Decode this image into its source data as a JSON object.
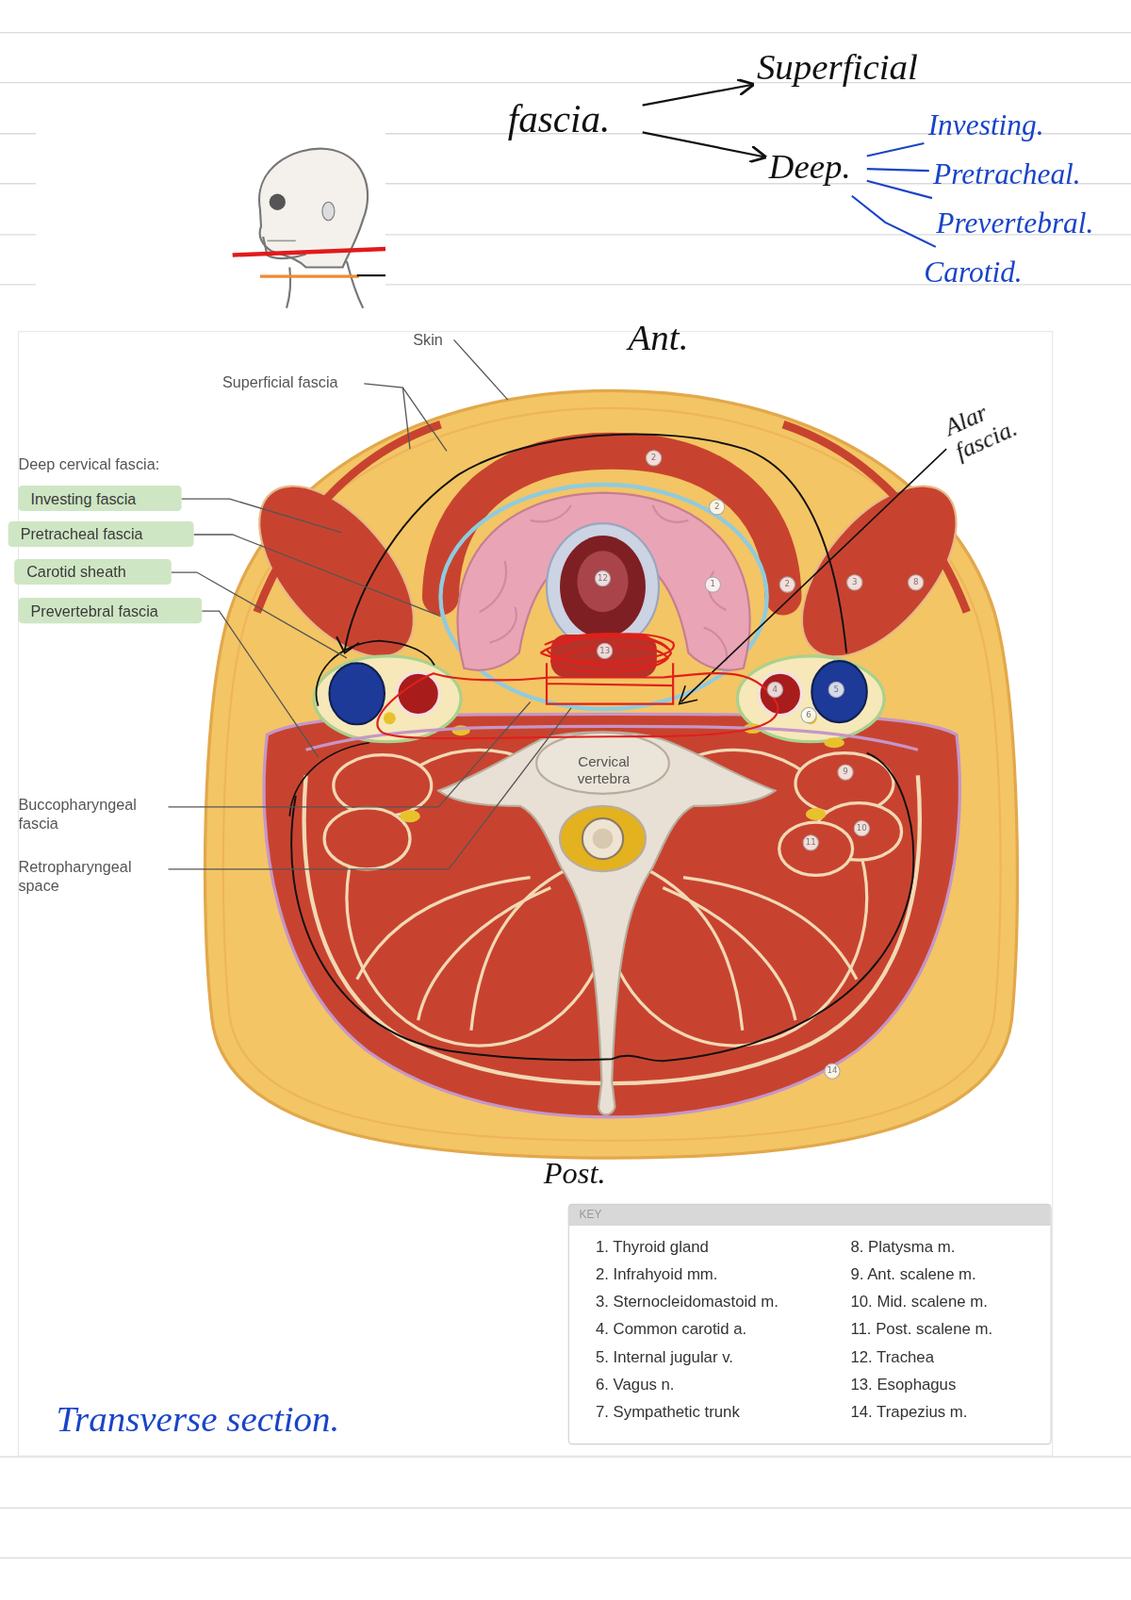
{
  "diagram": {
    "nodes": [
      {
        "text": [
          "fascia."
        ]
      },
      {
        "text": [
          "Superficial"
        ]
      },
      {
        "text": [
          "Deep."
        ]
      },
      {
        "text": [
          "Investing."
        ]
      },
      {
        "text": [
          "Pretracheal."
        ]
      },
      {
        "text": [
          "Prevertebral."
        ]
      },
      {
        "text": [
          "Carotid."
        ]
      },
      {
        "text": [
          "Investing fascia"
        ]
      },
      {
        "text": [
          "Pretracheal fascia"
        ]
      },
      {
        "text": [
          "Carotid sheath"
        ]
      },
      {
        "text": [
          "Prevertebral fascia"
        ]
      },
      {
        "text": [
          "2"
        ]
      },
      {
        "text": [
          "2"
        ]
      },
      {
        "text": [
          "12"
        ]
      },
      {
        "text": [
          "1"
        ]
      },
      {
        "text": [
          "2"
        ]
      },
      {
        "text": [
          "3"
        ]
      },
      {
        "text": [
          "8"
        ]
      },
      {
        "text": [
          "13"
        ]
      },
      {
        "text": [
          "4"
        ]
      },
      {
        "text": [
          "5"
        ]
      },
      {
        "text": [
          "6"
        ]
      },
      {
        "text": [
          "9"
        ]
      },
      {
        "text": [
          "10"
        ]
      },
      {
        "text": [
          "11"
        ]
      },
      {
        "text": [
          "14"
        ]
      },
      {
        "text": [
          "KEY",
          "1. Thyroid gland",
          "2. Infrahyoid mm.",
          "3. Sternocleidomastoid m.",
          "4. Common carotid a.",
          "5. Internal jugular v.",
          "6. Vagus n.",
          "7. Sympathetic trunk",
          "8. Platysma m.",
          "9. Ant. scalene m.",
          "10. Mid. scalene m.",
          "11. Post. scalene m.",
          "12. Trachea",
          "13. Esophagus",
          "14. Trapezius m."
        ]
      }
    ],
    "edges": [
      {
        "from": 0,
        "to": 1,
        "arrow": "to"
      },
      {
        "from": 0,
        "to": 2,
        "arrow": "to"
      },
      {
        "from": 2,
        "to": 3,
        "arrow": "none"
      },
      {
        "from": 2,
        "to": 4,
        "arrow": "none"
      },
      {
        "from": 2,
        "to": 5,
        "arrow": "none"
      },
      {
        "from": 2,
        "to": 6,
        "arrow": "none"
      }
    ],
    "labels": [
      "Skin",
      "Ant.",
      "Superficial fascia",
      "Alar fascia.",
      "Deep cervical fascia:",
      "Cervical vertebra",
      "Buccopharyngeal fascia",
      "Retropharyngeal space",
      "Post.",
      "Transverse section."
    ]
  }
}
